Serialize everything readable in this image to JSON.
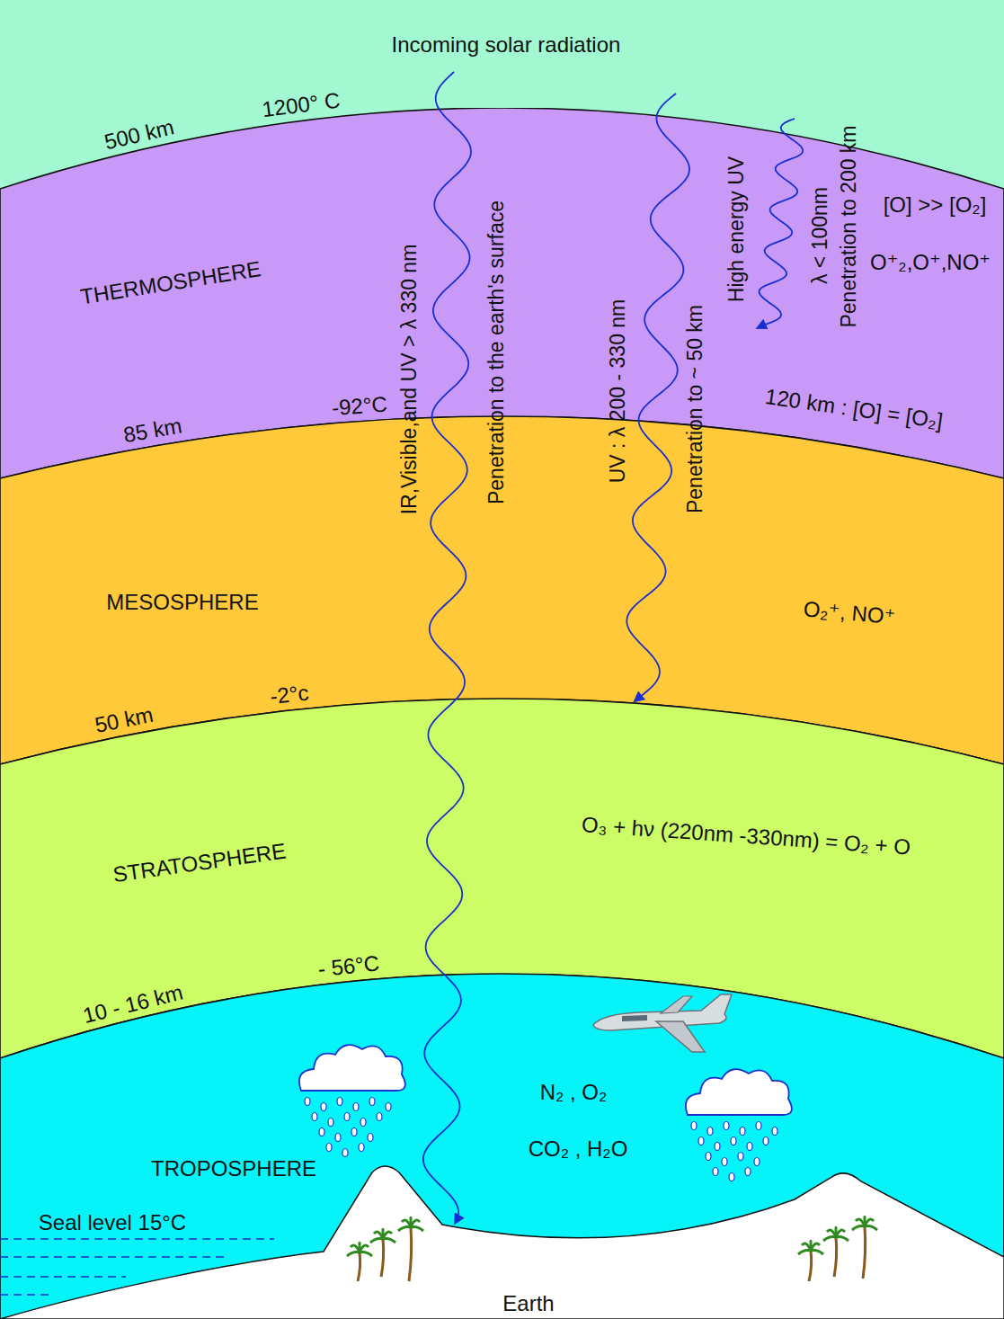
{
  "diagram": {
    "nodes": [
      {
        "text": [
          "THERMOSPHERE",
          "[O] >> [O₂]",
          "O⁺₂,O⁺,NO⁺",
          "120 km : [O] = [O₂]"
        ]
      },
      {
        "text": [
          "MESOSPHERE",
          "O₂⁺, NO⁺"
        ]
      },
      {
        "text": [
          "STRATOSPHERE",
          "O₃ + hν (220nm -330nm) = O₂ + O"
        ]
      },
      {
        "text": [
          "TROPOSPHERE",
          "N₂ , O₂",
          "CO₂ , H₂O"
        ]
      },
      {
        "text": [
          "Earth"
        ]
      }
    ],
    "labels": [
      "Incoming solar radiation",
      "500 km",
      "1200° C",
      "85 km",
      "-92°C",
      "50 km",
      "-2°c",
      "10 - 16 km",
      "- 56°C",
      "Seal level 15°C",
      "IR,Visible,and UV > λ 330 nm",
      "Penetration to the earth's surface",
      "UV : λ 200 - 330 nm",
      "Penetration to ~ 50 km",
      "High energy UV",
      "λ < 100nm",
      "Penetration to  200 km"
    ]
  }
}
